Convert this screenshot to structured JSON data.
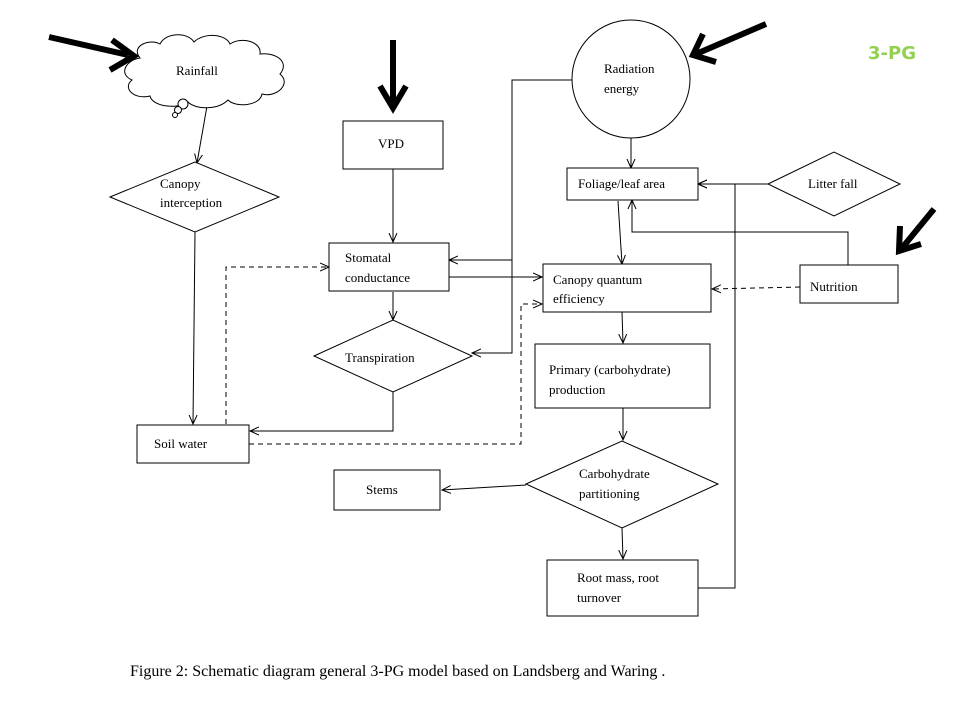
{
  "badge": "3-PG",
  "badge_color": "#92d050",
  "nodes": {
    "rainfall": "Rainfall",
    "canopy_interception": [
      "Canopy",
      "interception"
    ],
    "vpd": "VPD",
    "stomatal_conductance": [
      "Stomatal",
      "conductance"
    ],
    "transpiration": "Transpiration",
    "soil_water": "Soil water",
    "radiation_energy": [
      "Radiation",
      "energy"
    ],
    "foliage_leaf_area": "Foliage/leaf area",
    "litter_fall": "Litter fall",
    "nutrition": "Nutrition",
    "canopy_quantum_efficiency": [
      "Canopy quantum",
      "efficiency"
    ],
    "primary_production": [
      "Primary (carbohydrate)",
      "production"
    ],
    "carbohydrate_partitioning": [
      "Carbohydrate",
      "partitioning"
    ],
    "stems": "Stems",
    "root_mass": [
      "Root mass, root",
      "turnover"
    ]
  },
  "caption": "Figure 2: Schematic diagram general 3-PG model  based on Landsberg and Waring ."
}
